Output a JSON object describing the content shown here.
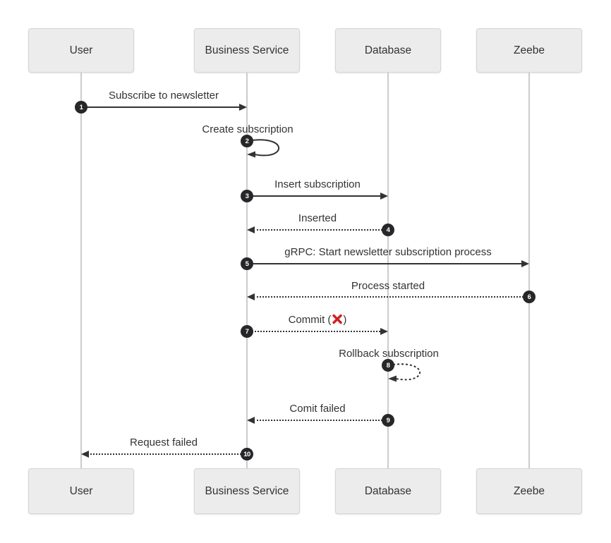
{
  "diagram": {
    "type": "sequence-diagram",
    "colors": {
      "actor_fill": "#ececec",
      "actor_border": "#d5d5d5",
      "lifeline": "#cccccc",
      "message_line": "#333333",
      "text": "#333333",
      "badge_bg": "#27272a",
      "badge_text": "#ffffff",
      "error_red": "#d21f1f"
    },
    "actors": [
      {
        "label": "User"
      },
      {
        "label": "Business Service"
      },
      {
        "label": "Database"
      },
      {
        "label": "Zeebe"
      }
    ],
    "messages": [
      {
        "num": "1",
        "from": "User",
        "to": "Business Service",
        "line": "solid",
        "label": "Subscribe to newsletter"
      },
      {
        "num": "2",
        "from": "Business Service",
        "to": "Business Service",
        "line": "solid-self",
        "label": "Create subscription"
      },
      {
        "num": "3",
        "from": "Business Service",
        "to": "Database",
        "line": "solid",
        "label": "Insert subscription"
      },
      {
        "num": "4",
        "from": "Database",
        "to": "Business Service",
        "line": "dotted",
        "label": "Inserted"
      },
      {
        "num": "5",
        "from": "Business Service",
        "to": "Zeebe",
        "line": "solid",
        "label": "gRPC: Start newsletter subscription process"
      },
      {
        "num": "6",
        "from": "Zeebe",
        "to": "Business Service",
        "line": "dotted",
        "label": "Process started"
      },
      {
        "num": "7",
        "from": "Business Service",
        "to": "Database",
        "line": "dotted",
        "label_prefix": "Commit (",
        "label_icon": "red-cross-icon",
        "label_suffix": ")"
      },
      {
        "num": "8",
        "from": "Database",
        "to": "Database",
        "line": "dotted-self",
        "label": "Rollback subscription"
      },
      {
        "num": "9",
        "from": "Database",
        "to": "Business Service",
        "line": "dotted",
        "label": "Comit failed"
      },
      {
        "num": "10",
        "from": "Business Service",
        "to": "User",
        "line": "dotted",
        "label": "Request failed"
      }
    ]
  }
}
